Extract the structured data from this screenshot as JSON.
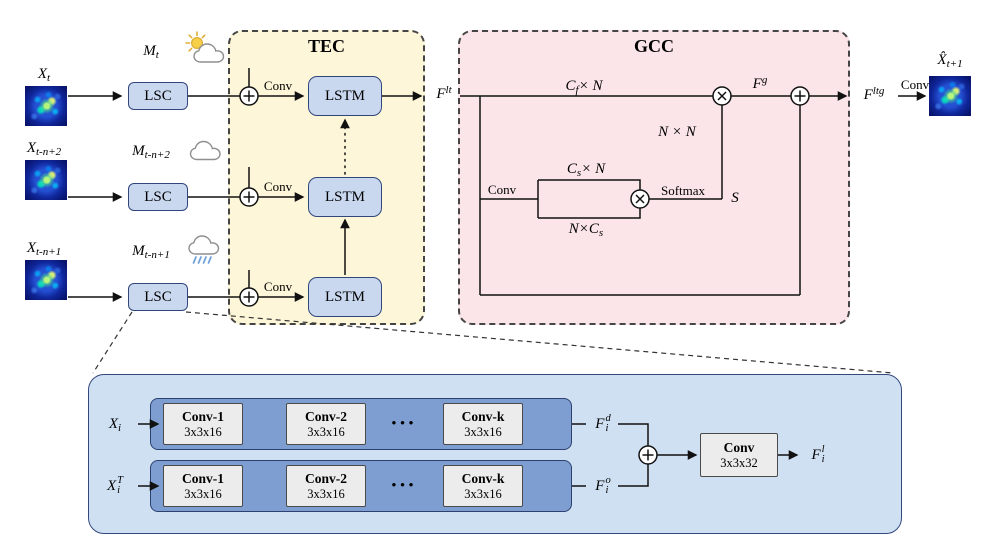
{
  "titles": {
    "tec": "TEC",
    "gcc": "GCC"
  },
  "colors": {
    "tec_fill": "#fdf6d8",
    "gcc_fill": "#fbe5e9",
    "block_fill": "#c9d8ef",
    "block_border": "#31477c",
    "detail_fill": "#cfe0f3",
    "inner_row_fill": "#7e9ed1",
    "conv_box_fill": "#ececec",
    "heatmap_bg": "#0b1566"
  },
  "icons": {
    "row1_weather": "sun-behind-cloud",
    "row2_weather": "cloud",
    "row3_weather": "rain-cloud",
    "merge_node": "circled-plus",
    "product_node": "circled-times"
  },
  "rows": [
    {
      "x_base": "X",
      "x_sub": "t",
      "m_base": "M",
      "m_sub": "t",
      "lsc": "LSC",
      "conv": "Conv",
      "lstm": "LSTM",
      "weather": "sun-cloud"
    },
    {
      "x_base": "X",
      "x_sub": "t-n+2",
      "m_base": "M",
      "m_sub": "t-n+2",
      "lsc": "LSC",
      "conv": "Conv",
      "lstm": "LSTM",
      "weather": "cloud"
    },
    {
      "x_base": "X",
      "x_sub": "t-n+1",
      "m_base": "M",
      "m_sub": "t-n+1",
      "lsc": "LSC",
      "conv": "Conv",
      "lstm": "LSTM",
      "weather": "rain-cloud"
    }
  ],
  "flow": {
    "f_lt_base": "F",
    "f_lt_sup": "lt",
    "cf_pre": "C",
    "cf_sub": "f",
    "cf_post": " × N",
    "nn": "N × N",
    "conv_inner": "Conv",
    "cs_pre": "C",
    "cs_sub": "s",
    "cs_post": " × N",
    "ncs_pre": "N×C",
    "ncs_sub": "s",
    "softmax": "Softmax",
    "s": "S",
    "fg_base": "F",
    "fg_sup": "g",
    "fltg_base": "F",
    "fltg_sup": "ltg",
    "conv_out": "Conv",
    "xhat_base": "X̂",
    "xhat_sub": "t+1"
  },
  "detail": {
    "x_base": "X",
    "x_sub": "i",
    "xt_base": "X",
    "xt_sub": "i",
    "xt_sup": "T",
    "rows": [
      {
        "dots": "•••",
        "convs": [
          {
            "name": "Conv-1",
            "size": "3x3x16"
          },
          {
            "name": "Conv-2",
            "size": "3x3x16"
          },
          {
            "name": "Conv-k",
            "size": "3x3x16"
          }
        ]
      },
      {
        "dots": "•••",
        "convs": [
          {
            "name": "Conv-1",
            "size": "3x3x16"
          },
          {
            "name": "Conv-2",
            "size": "3x3x16"
          },
          {
            "name": "Conv-k",
            "size": "3x3x16"
          }
        ]
      }
    ],
    "fd_base": "F",
    "fd_sub": "i",
    "fd_sup": "d",
    "fo_base": "F",
    "fo_sub": "i",
    "fo_sup": "o",
    "conv_name": "Conv",
    "conv_size": "3x3x32",
    "fl_base": "F",
    "fl_sub": "i",
    "fl_sup": "l"
  }
}
